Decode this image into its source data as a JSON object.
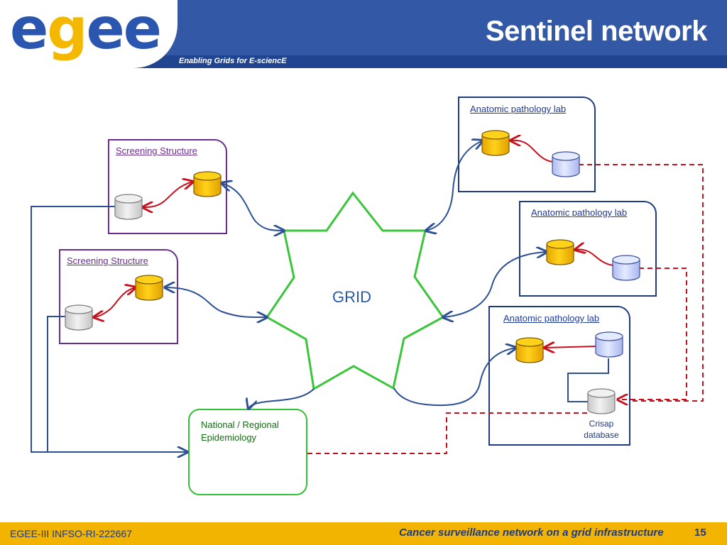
{
  "header": {
    "logo": "egee",
    "tagline": "Enabling Grids for E-sciencE",
    "title": "Sentinel network"
  },
  "diagram": {
    "center": "GRID",
    "screening_structures": [
      {
        "label": "Screening Structure"
      },
      {
        "label": "Screening Structure"
      }
    ],
    "pathology_labs": [
      {
        "label": "Anatomic pathology lab"
      },
      {
        "label": "Anatomic pathology lab"
      },
      {
        "label": "Anatomic pathology lab"
      }
    ],
    "epidemiology": {
      "line1": "National / Regional",
      "line2": "Epidemiology"
    },
    "crisap": {
      "line1": "Crisap",
      "line2": "database"
    },
    "colors": {
      "grid_star": "#39c639",
      "grid_link": "#2c4f96",
      "local_link": "#c8101c",
      "sentinel_link": "#c8101c",
      "db_grid": "#f5b800",
      "db_local_lab": "#c9d4f7",
      "db_local_screening": "#d9d9d9"
    }
  },
  "footer": {
    "project": "EGEE-III INFSO-RI-222667",
    "title": "Cancer surveillance network on a grid infrastructure",
    "page": "15"
  }
}
